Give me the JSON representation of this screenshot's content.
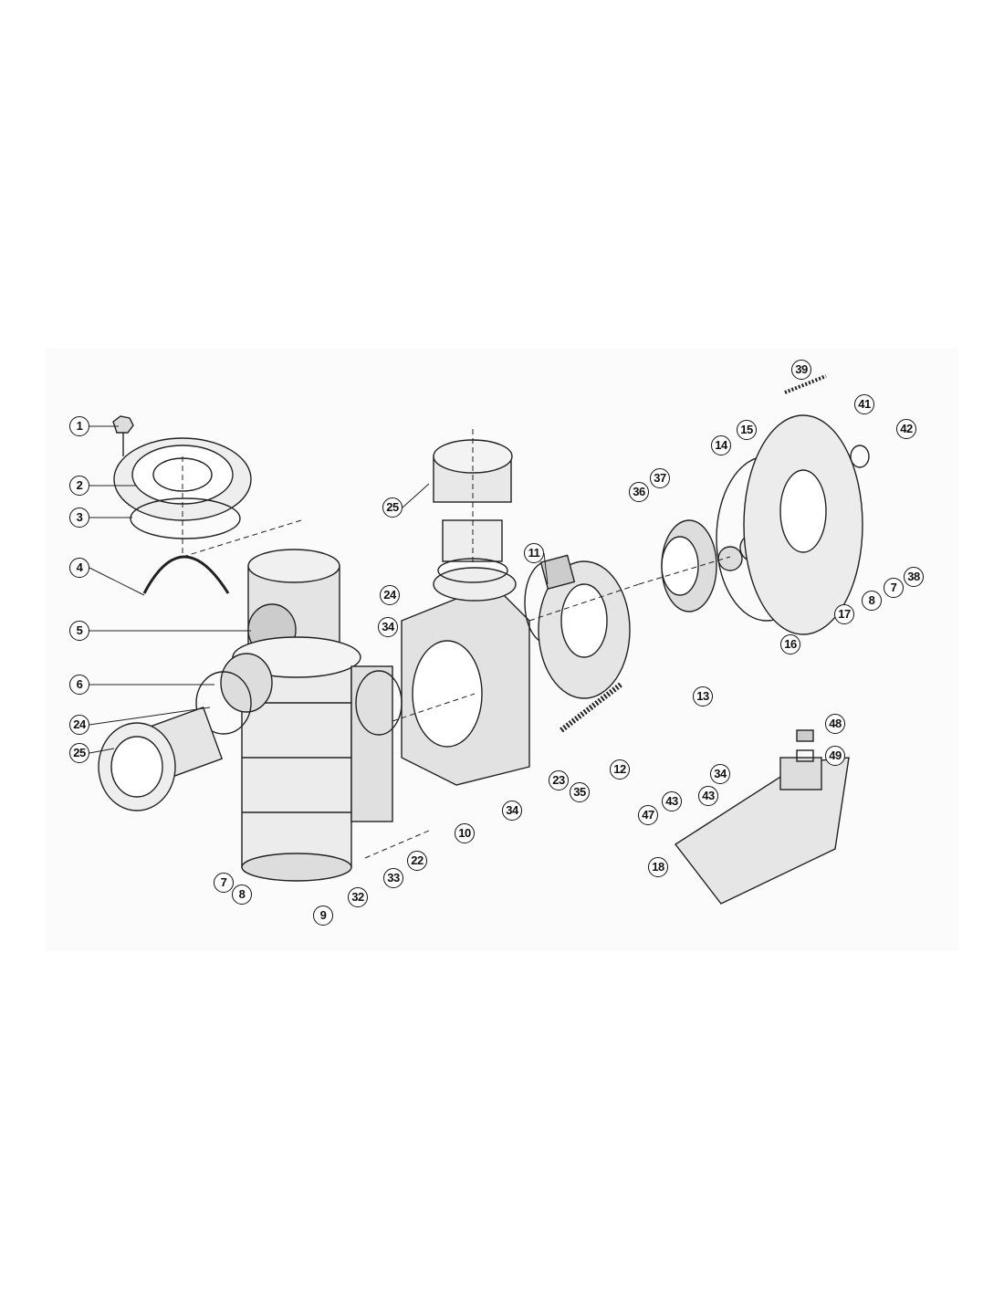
{
  "diagram": {
    "type": "exploded parts diagram",
    "part_labels": [
      "1",
      "2",
      "3",
      "4",
      "5",
      "6",
      "24",
      "25",
      "7",
      "8",
      "9",
      "32",
      "33",
      "22",
      "10",
      "34",
      "23",
      "35",
      "12",
      "11",
      "24",
      "25",
      "34",
      "36",
      "37",
      "13",
      "14",
      "15",
      "16",
      "17",
      "8",
      "7",
      "38",
      "42",
      "41",
      "39",
      "48",
      "49",
      "34",
      "43",
      "43",
      "47",
      "18"
    ]
  }
}
